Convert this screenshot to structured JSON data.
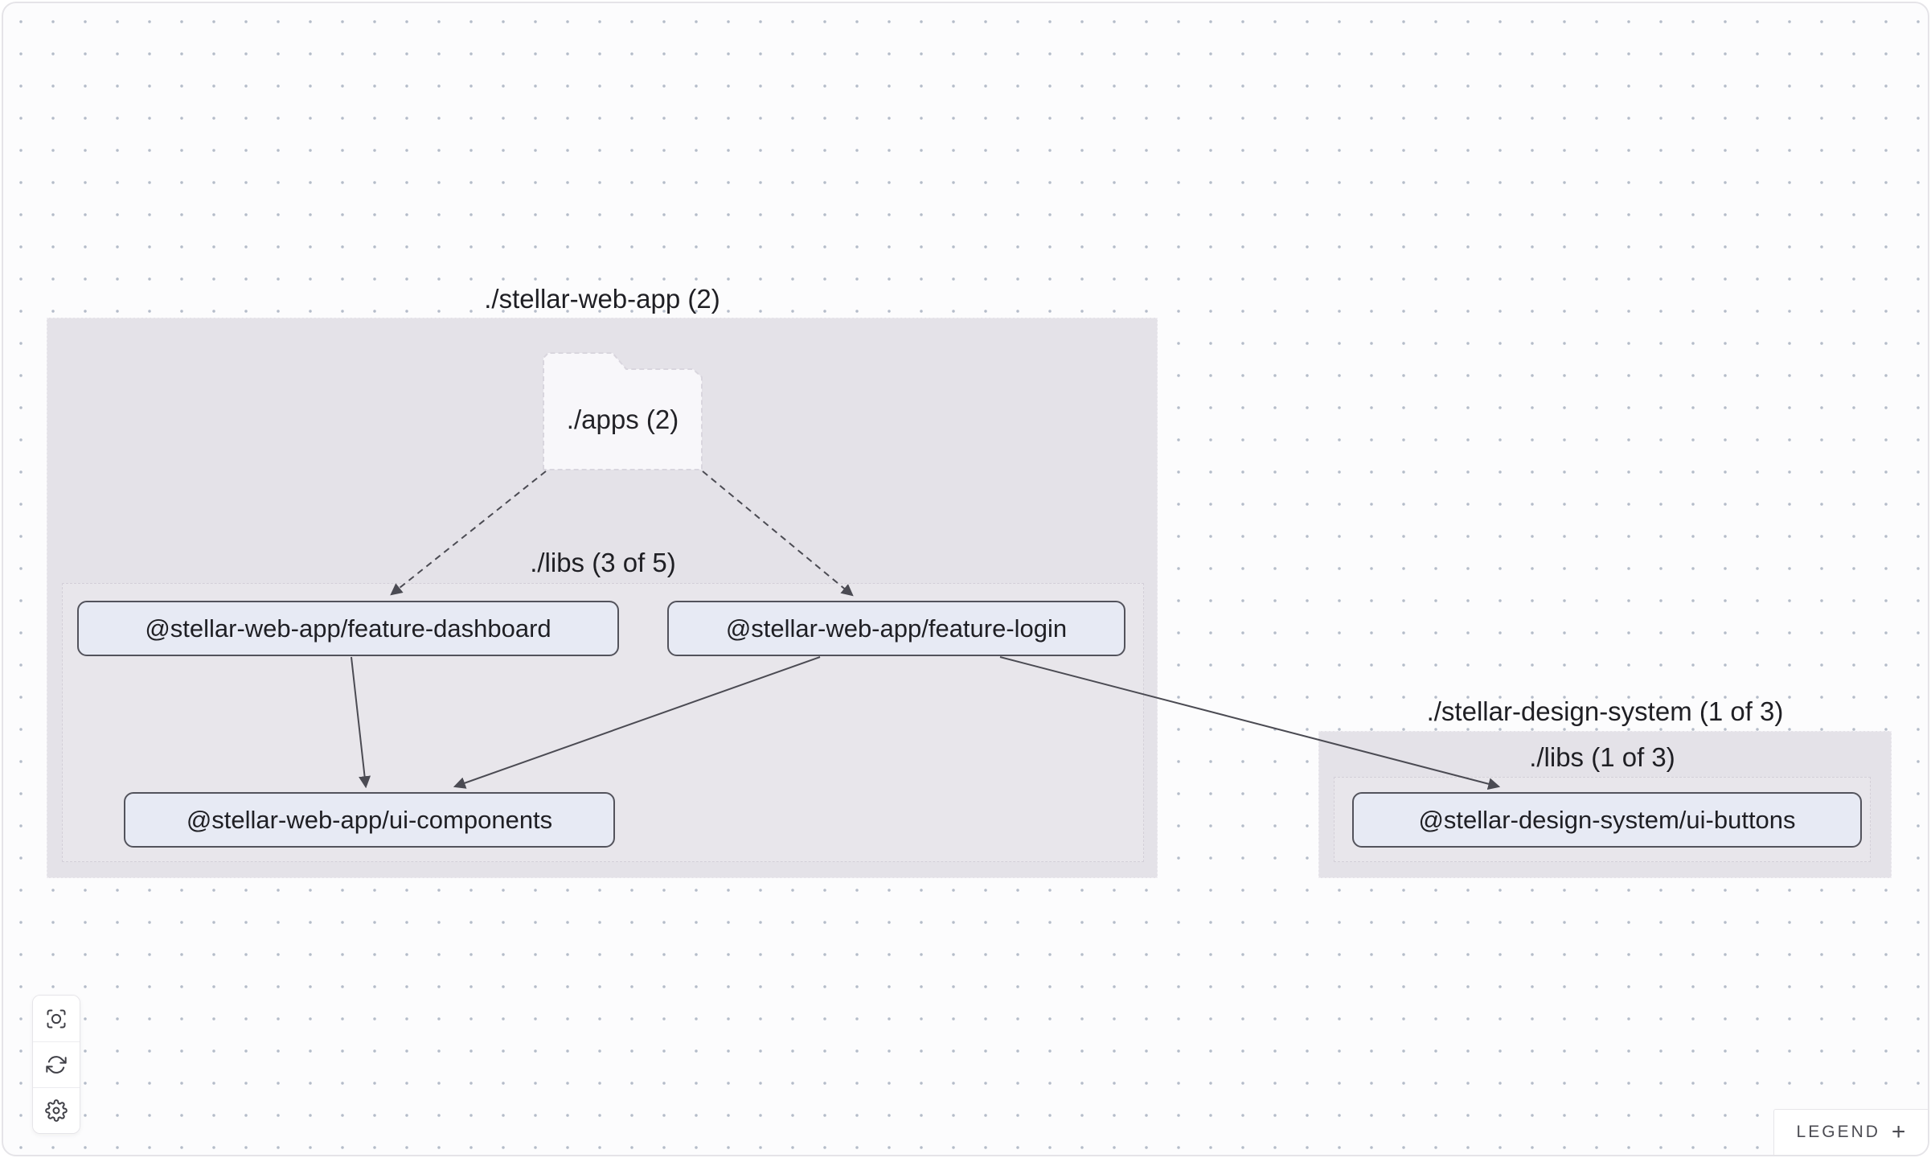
{
  "canvas": {
    "background": "#fcfcfd",
    "dot_color": "#b4bcc9",
    "border_color": "#e5e4e8"
  },
  "colors": {
    "group_bg": "#e4e2e8",
    "node_bg": "#e7eaf4",
    "node_border": "#53535c",
    "edge": "#4b4b53",
    "folder_bg": "#f8f7fa",
    "folder_border": "#d9d6de"
  },
  "graph": {
    "groups": [
      {
        "id": "stellar-web-app",
        "title": "./stellar-web-app (2)"
      },
      {
        "id": "stellar-design-system",
        "title": "./stellar-design-system (1 of 3)"
      }
    ],
    "folder": {
      "label": "./apps (2)"
    },
    "subgroups": [
      {
        "id": "web-app-libs",
        "label": "./libs (3 of 5)"
      },
      {
        "id": "design-system-libs",
        "label": "./libs (1 of 3)"
      }
    ],
    "nodes": [
      {
        "id": "feature-dashboard",
        "label": "@stellar-web-app/feature-dashboard"
      },
      {
        "id": "feature-login",
        "label": "@stellar-web-app/feature-login"
      },
      {
        "id": "ui-components",
        "label": "@stellar-web-app/ui-components"
      },
      {
        "id": "ui-buttons",
        "label": "@stellar-design-system/ui-buttons"
      }
    ],
    "edges": [
      {
        "from": "./apps",
        "to": "@stellar-web-app/feature-dashboard",
        "style": "dashed"
      },
      {
        "from": "./apps",
        "to": "@stellar-web-app/feature-login",
        "style": "dashed"
      },
      {
        "from": "@stellar-web-app/feature-dashboard",
        "to": "@stellar-web-app/ui-components",
        "style": "solid"
      },
      {
        "from": "@stellar-web-app/feature-login",
        "to": "@stellar-web-app/ui-components",
        "style": "solid"
      },
      {
        "from": "@stellar-web-app/feature-login",
        "to": "@stellar-design-system/ui-buttons",
        "style": "solid"
      }
    ]
  },
  "toolbar": {
    "buttons": [
      {
        "name": "focus"
      },
      {
        "name": "refresh"
      },
      {
        "name": "settings"
      }
    ]
  },
  "legend": {
    "label": "LEGEND",
    "toggle": "+"
  }
}
